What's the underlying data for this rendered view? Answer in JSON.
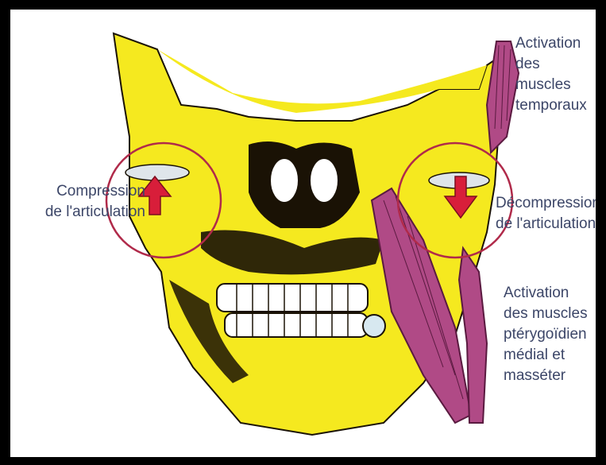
{
  "labels": {
    "temporal": "Activation\ndes\nmuscles\ntemporaux",
    "compression": "Compression\nde l'articulation",
    "decompression": "Décompression\nde l'articulation",
    "pterygoid": "Activation\ndes muscles\nptérygoïdien\nmédial et\nmasséter"
  },
  "colors": {
    "bone": "#f5e91f",
    "shadow": "#1a1205",
    "muscle": "#b04a86",
    "circle": "#b02a4a",
    "arrow": "#d81e3a",
    "label_text": "#3c4668"
  },
  "arrows": [
    {
      "joint": "left",
      "direction": "up"
    },
    {
      "joint": "right",
      "direction": "down"
    }
  ]
}
